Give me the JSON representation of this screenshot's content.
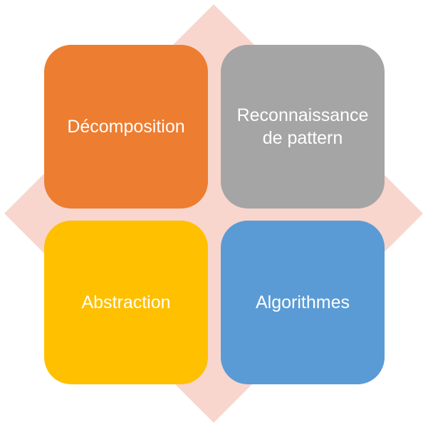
{
  "colors": {
    "diamond": "#f8d6cd",
    "decomposition": "#ed7d31",
    "pattern": "#a5a5a5",
    "abstraction": "#ffc000",
    "algorithms": "#5b9bd5",
    "text": "#ffffff"
  },
  "quadrants": {
    "top_left": {
      "label": "Décomposition",
      "color": "#ed7d31"
    },
    "top_right": {
      "label_line1": "Reconnaissance",
      "label_line2": "de pattern",
      "color": "#a5a5a5"
    },
    "bottom_left": {
      "label": "Abstraction",
      "color": "#ffc000"
    },
    "bottom_right": {
      "label": "Algorithmes",
      "color": "#5b9bd5"
    }
  }
}
